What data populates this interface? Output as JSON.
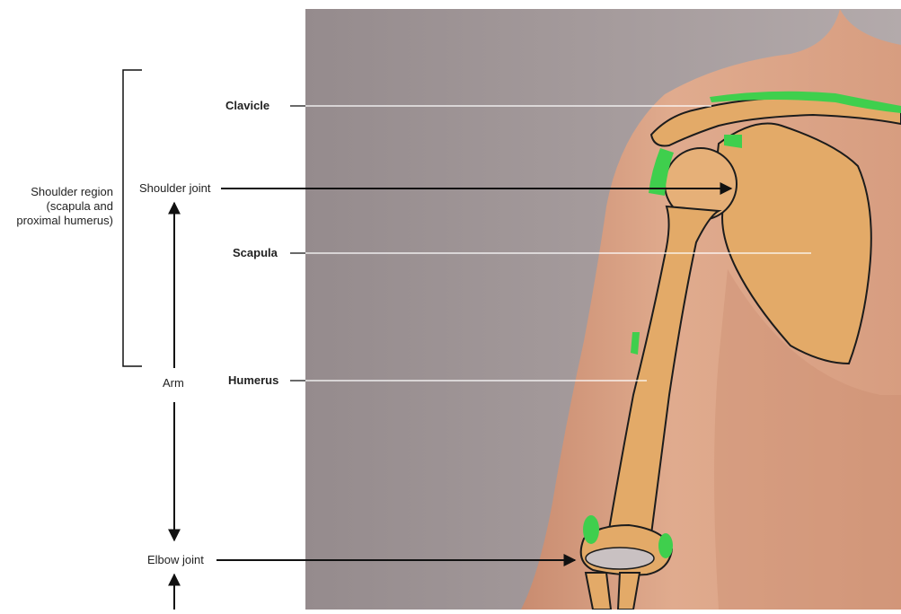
{
  "labels": {
    "shoulder_region": [
      "Shoulder region",
      "(scapula and",
      "proximal humerus)"
    ],
    "shoulder_joint": "Shoulder joint",
    "arm": "Arm",
    "elbow_joint": "Elbow joint",
    "clavicle": "Clavicle",
    "scapula": "Scapula",
    "humerus": "Humerus"
  },
  "colors": {
    "background_photo": "#a39a9b",
    "skin": "#d9a283",
    "bone": "#e0a866",
    "cartilage_highlight": "#3fcf4d",
    "outline": "#1c1c1c"
  }
}
